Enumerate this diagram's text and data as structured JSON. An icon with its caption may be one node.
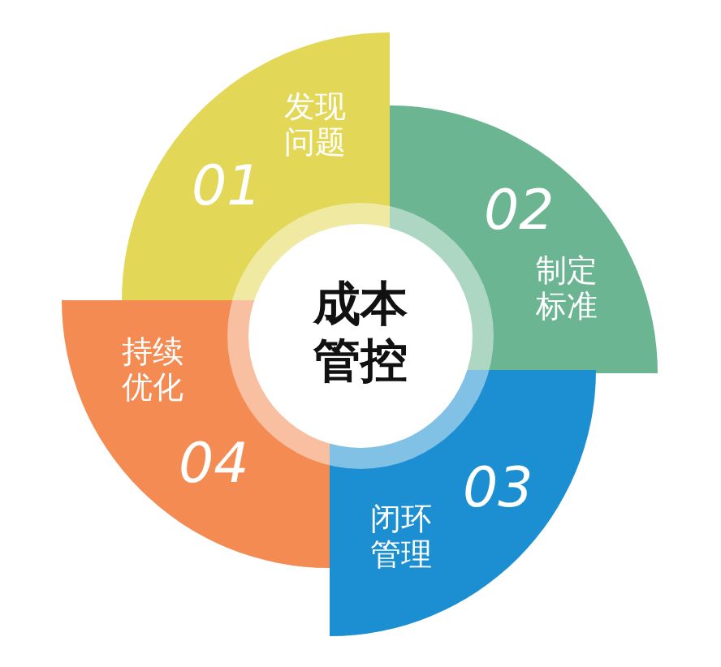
{
  "diagram": {
    "nodes": [
      {
        "text": [
          "成本管控"
        ]
      },
      {
        "text": [
          "发现问题",
          "01"
        ]
      },
      {
        "text": [
          "02",
          "制定标准"
        ]
      },
      {
        "text": [
          "03",
          "闭环管理"
        ]
      },
      {
        "text": [
          "持续优化",
          "04"
        ]
      }
    ]
  }
}
